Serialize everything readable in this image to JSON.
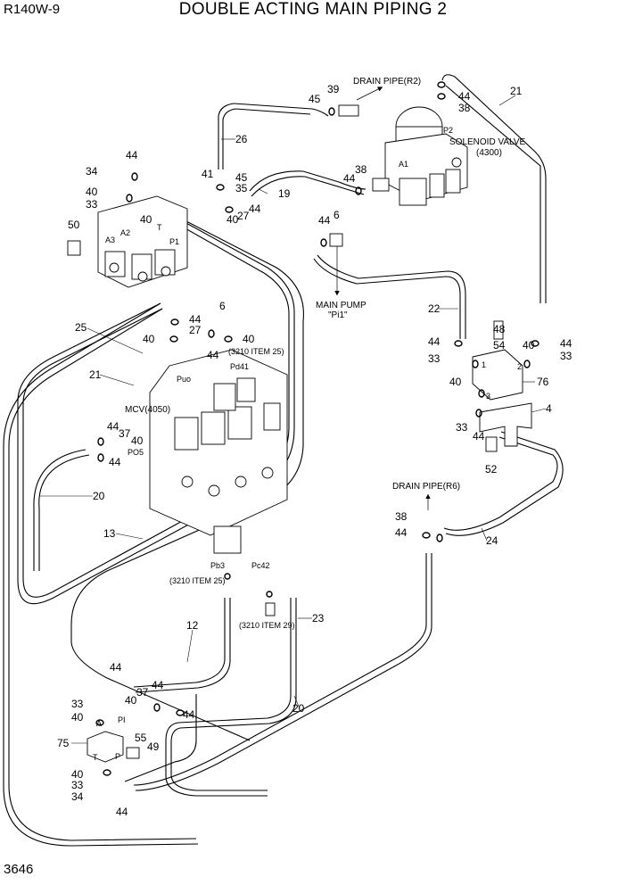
{
  "header": {
    "model": "R140W-9",
    "title": "DOUBLE ACTING MAIN PIPING 2",
    "page_number": "3646"
  },
  "labels": {
    "drain_pipe_r2": "DRAIN PIPE(R2)",
    "drain_pipe_r6": "DRAIN PIPE(R6)",
    "solenoid_valve": "SOLENOID VALVE",
    "solenoid_valve_code": "(4300)",
    "main_pump": "MAIN PUMP",
    "main_pump_port": "\"Pi1\"",
    "mcv": "MCV(4050)",
    "item_3210_25_a": "(3210 ITEM 25)",
    "item_3210_25_b": "(3210 ITEM 25)",
    "item_3210_29": "(3210 ITEM 29)"
  },
  "ports": {
    "p2": "P2",
    "a1": "A1",
    "a3": "A3",
    "a2": "A2",
    "t_top": "T",
    "p1": "P1",
    "puo": "Puo",
    "pd41": "Pd41",
    "po5": "PO5",
    "pb3": "Pb3",
    "pc42": "Pc42",
    "port_1": "1",
    "port_2": "2",
    "port_3": "3",
    "a": "A",
    "pi": "PI",
    "t": "T",
    "p": "P"
  },
  "callouts": {
    "c39": "39",
    "c45a": "45",
    "c44a": "44",
    "c38a": "38",
    "c21a": "21",
    "c26": "26",
    "c44b": "44",
    "c34a": "34",
    "c40a": "40",
    "c33a": "33",
    "c41": "41",
    "c45b": "45",
    "c35": "35",
    "c19": "19",
    "c38b": "38",
    "c44c": "44",
    "c40b": "40",
    "c27a": "27",
    "c44d": "44",
    "c40c": "40",
    "c50": "50",
    "c44e": "44",
    "c6a": "6",
    "c22": "22",
    "c48": "48",
    "c44f": "44",
    "c54": "54",
    "c40d": "40",
    "c44g": "44",
    "c33b": "33",
    "c33c": "33",
    "c76": "76",
    "c40e": "40",
    "c4": "4",
    "c33d": "33",
    "c44h": "44",
    "c52": "52",
    "c25": "25",
    "c44i": "44",
    "c27b": "27",
    "c40f": "40",
    "c6b": "6",
    "c40g": "40",
    "c44j": "44",
    "c21b": "21",
    "c44k": "44",
    "c37a": "37",
    "c40h": "40",
    "c44l": "44",
    "c20a": "20",
    "c13": "13",
    "c38c": "38",
    "c44m": "44",
    "c24": "24",
    "c12": "12",
    "c23": "23",
    "c44n": "44",
    "c44o": "44",
    "c33e": "33",
    "c40i": "40",
    "c37b": "37",
    "c44p": "44",
    "c40j": "40",
    "c75": "75",
    "c55": "55",
    "c49": "49",
    "c20b": "20",
    "c40k": "40",
    "c33f": "33",
    "c34b": "34",
    "c44q": "44"
  }
}
